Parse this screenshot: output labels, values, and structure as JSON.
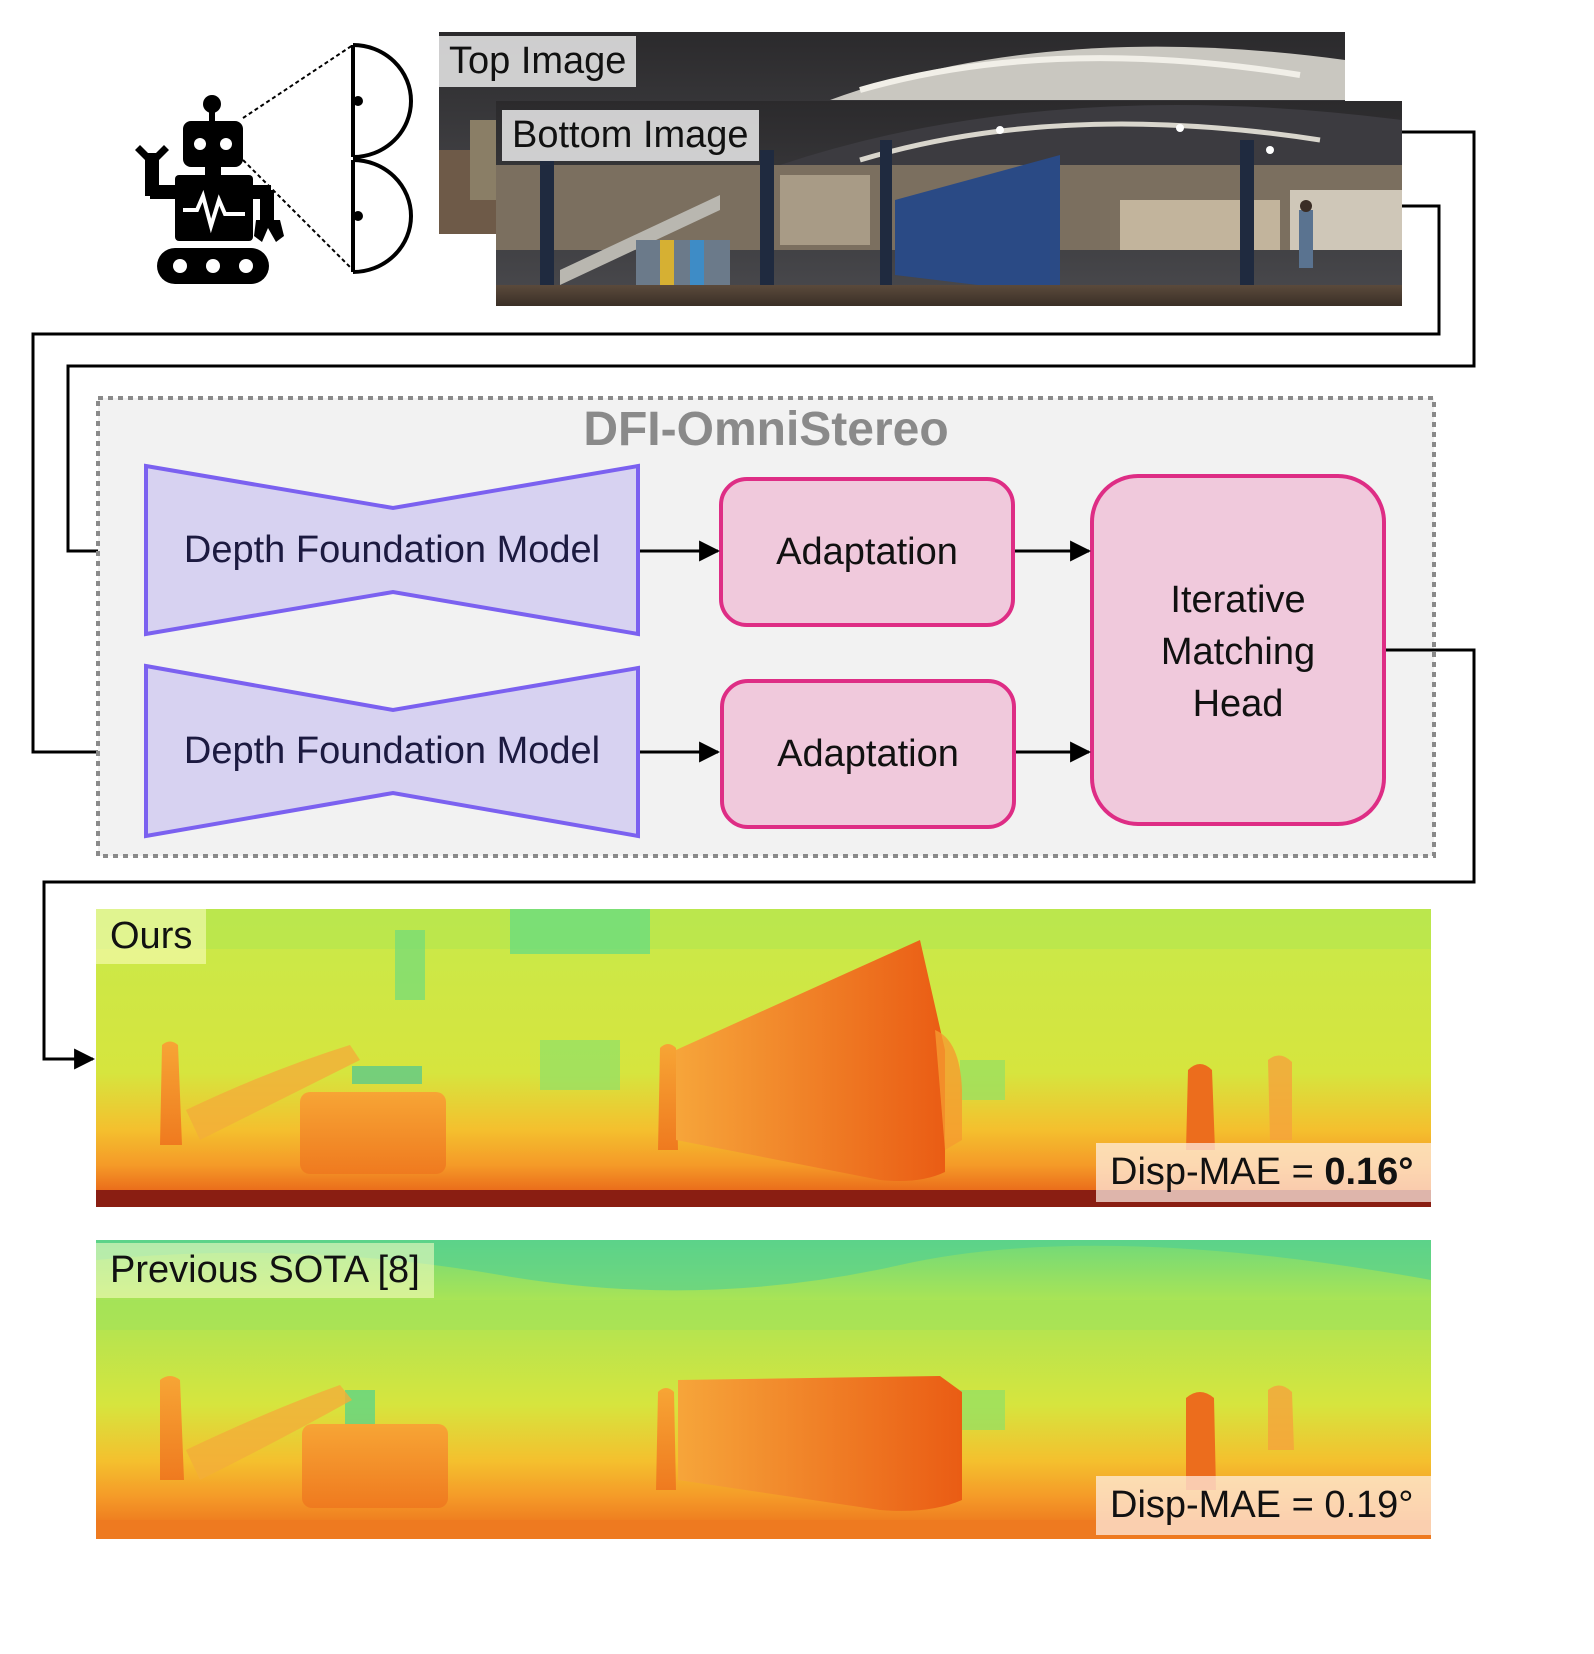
{
  "inputs": {
    "top_image_label": "Top Image",
    "bottom_image_label": "Bottom Image"
  },
  "model": {
    "title": "DFI-OmniStereo",
    "encoder_top_label": "Depth Foundation Model",
    "encoder_bottom_label": "Depth Foundation Model",
    "adaptation_top_label": "Adaptation",
    "adaptation_bottom_label": "Adaptation",
    "head_lines": [
      "Iterative",
      "Matching",
      "Head"
    ]
  },
  "results": {
    "ours": {
      "label": "Ours",
      "metric_prefix": "Disp-MAE = ",
      "metric_value": "0.16°"
    },
    "previous": {
      "label": "Previous SOTA [8]",
      "metric_prefix": "Disp-MAE = ",
      "metric_value": "0.19°"
    }
  },
  "colors": {
    "encoder_fill": "#d7d2f1",
    "encoder_stroke": "#7b61f0",
    "adapt_fill": "#f0c9dc",
    "adapt_stroke": "#de2d85",
    "container_fill": "#f2f2f2",
    "container_stroke": "#8a8a8a",
    "title_color": "#8a8a8a"
  },
  "icons": [
    "robot-icon",
    "fisheye-camera-icon"
  ]
}
